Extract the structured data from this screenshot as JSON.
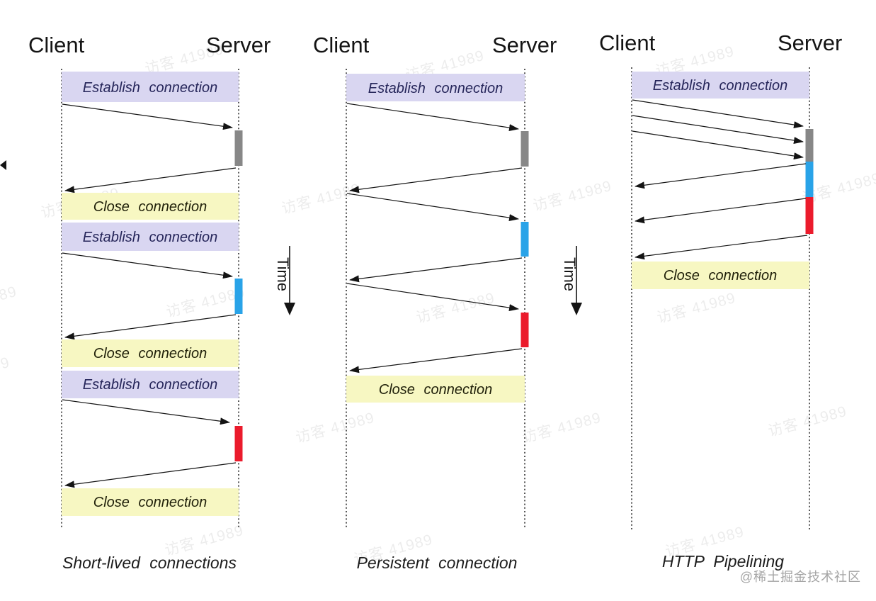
{
  "diagram": {
    "headers": {
      "client": "Client",
      "server": "Server"
    },
    "events": {
      "establish": "Establish connection",
      "close": "Close connection"
    },
    "time_label": "Time",
    "columns": [
      {
        "caption": "Short-lived connections"
      },
      {
        "caption": "Persistent connection"
      },
      {
        "caption": "HTTP Pipelining"
      }
    ]
  },
  "colors": {
    "establish_bg": "#d9d6f1",
    "close_bg": "#f7f7c2",
    "bar_gray": "#878787",
    "bar_blue": "#29a3e8",
    "bar_red": "#eb1b2c"
  },
  "watermark": {
    "text": "访客 41989",
    "credit": "@稀土掘金技术社区"
  }
}
